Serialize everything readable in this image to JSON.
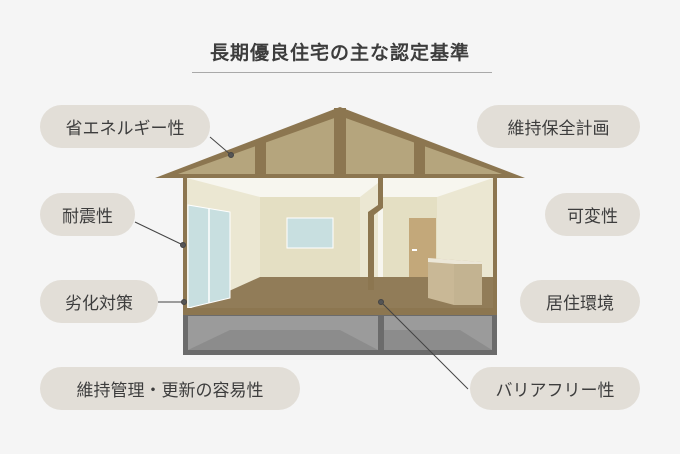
{
  "title": "長期優良住宅の主な認定基準",
  "labels": {
    "energy": "省エネルギー性",
    "maintenance_plan": "維持保全計画",
    "seismic": "耐震性",
    "variability": "可変性",
    "deterioration": "劣化対策",
    "living_env": "居住環境",
    "maintenance_ease": "維持管理・更新の容易性",
    "barrier_free": "バリアフリー性"
  },
  "colors": {
    "beam": "#8c7650",
    "attic": "#b5a57d",
    "floor": "#917c58",
    "wall": "#e4dfc3",
    "foundation": "#9a9a9a",
    "pill": "#e2ded7"
  }
}
